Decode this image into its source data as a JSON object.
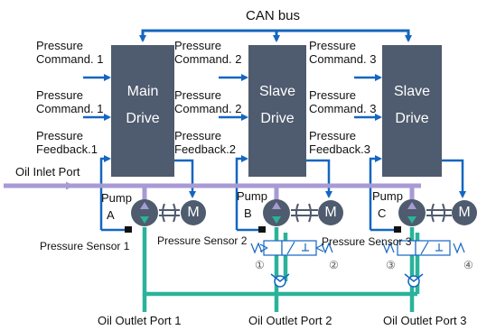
{
  "title": "CAN bus",
  "drives": [
    {
      "line1": "Main",
      "line2": "Drive"
    },
    {
      "line1": "Slave",
      "line2": "Drive"
    },
    {
      "line1": "Slave",
      "line2": "Drive"
    }
  ],
  "commands": [
    {
      "cmd_a": "Pressure",
      "cmd_b": "Command. 1",
      "cmd2_a": "Pressure",
      "cmd2_b": "Command. 1",
      "fb_a": "Pressure",
      "fb_b": "Feedback.1"
    },
    {
      "cmd_a": "Pressure",
      "cmd_b": "Command. 2",
      "cmd2_a": "Pressure",
      "cmd2_b": "Command. 2",
      "fb_a": "Pressure",
      "fb_b": "Feedback.2"
    },
    {
      "cmd_a": "Pressure",
      "cmd_b": "Command. 3",
      "cmd2_a": "Pressure",
      "cmd2_b": "Command. 3",
      "fb_a": "Pressure",
      "fb_b": "Feedback.3"
    }
  ],
  "inlet": "Oil Inlet Port",
  "pumps": [
    {
      "label": "Pump",
      "letter": "A",
      "motor": "M",
      "sensor": "Pressure Sensor 1"
    },
    {
      "label": "Pump",
      "letter": "B",
      "motor": "M",
      "sensor": "Pressure Sensor 2"
    },
    {
      "label": "Pump",
      "letter": "C",
      "motor": "M",
      "sensor": "Pressure Sensor 3"
    }
  ],
  "valve_numbers": [
    "①",
    "②",
    "③",
    "④"
  ],
  "outlets": [
    "Oil Outlet Port 1",
    "Oil Outlet Port 2",
    "Oil Outlet Port 3"
  ],
  "colors": {
    "blue": "#1466c0",
    "teal": "#2ab39a",
    "purple": "#a89ad4",
    "drive": "#4f5b6e",
    "pump": "#4f5b6e"
  }
}
